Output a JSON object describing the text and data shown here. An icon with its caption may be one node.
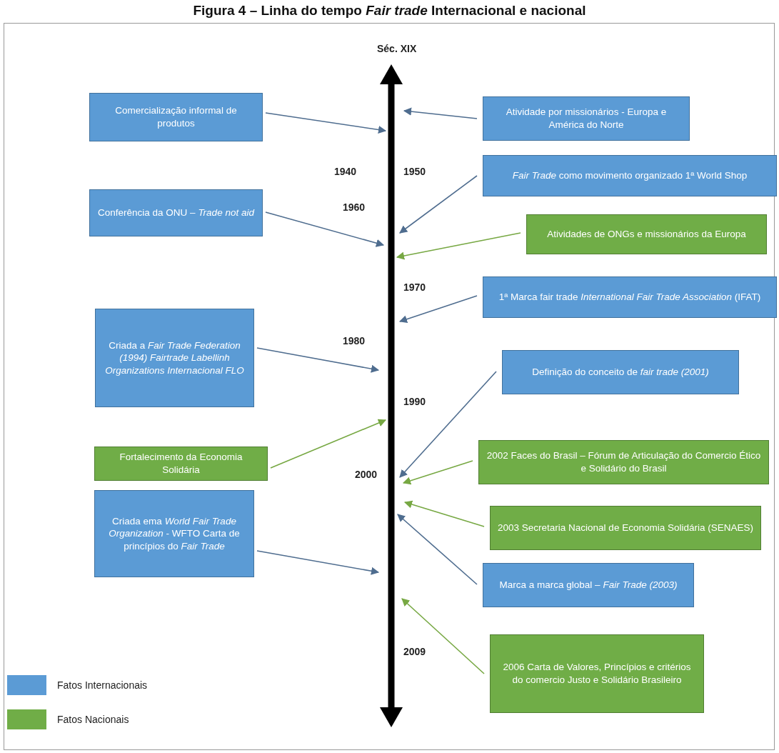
{
  "diagram": {
    "title": "Figura 4 – Linha do tempo *Fair trade* Internacional e nacional",
    "nodes": [
      {
        "text": [
          "Comercialização informal de produtos"
        ]
      },
      {
        "text": [
          "Atividade por missionários - Europa e América do Norte"
        ]
      },
      {
        "text": [
          "*Fair Trade* como movimento organizado 1ª World Shop"
        ]
      },
      {
        "text": [
          "Conferência da ONU – *Trade not aid*"
        ]
      },
      {
        "text": [
          "Atividades de ONGs e missionários da Europa"
        ]
      },
      {
        "text": [
          "1ª Marca fair trade *International Fair Trade Association* (IFAT)"
        ]
      },
      {
        "text": [
          "Criada a *Fair Trade Federation (1994) Fairtrade Labellinh Organizations Internacional FLO*"
        ]
      },
      {
        "text": [
          "Definição do conceito de *fair trade (2001)*"
        ]
      },
      {
        "text": [
          "Fortalecimento da Economia Solidária"
        ]
      },
      {
        "text": [
          "2002 Faces do Brasil – Fórum de Articulação do Comercio Ético e Solidário do Brasil"
        ]
      },
      {
        "text": [
          "Criada ema *World Fair Trade Organization* - WFTO Carta de princípios do *Fair Trade*"
        ]
      },
      {
        "text": [
          "2003 Secretaria Nacional de Economia Solidária (SENAES)"
        ]
      },
      {
        "text": [
          "Marca a marca global – *Fair Trade (2003)*"
        ]
      },
      {
        "text": [
          "2006 Carta de Valores, Princípios e critérios do comercio Justo e Solidário Brasileiro"
        ]
      }
    ],
    "edges": [
      {
        "from": 0,
        "to": null,
        "arrow": "to"
      },
      {
        "from": 1,
        "to": null,
        "arrow": "to"
      },
      {
        "from": 2,
        "to": null,
        "arrow": "to"
      },
      {
        "from": 3,
        "to": null,
        "arrow": "to"
      },
      {
        "from": 4,
        "to": null,
        "arrow": "to",
        "color": "#77a843"
      },
      {
        "from": 5,
        "to": null,
        "arrow": "to"
      },
      {
        "from": 6,
        "to": null,
        "arrow": "to"
      },
      {
        "from": 7,
        "to": null,
        "arrow": "to"
      },
      {
        "from": 8,
        "to": null,
        "arrow": "to",
        "color": "#77a843"
      },
      {
        "from": 9,
        "to": null,
        "arrow": "to",
        "color": "#77a843"
      },
      {
        "from": 10,
        "to": null,
        "arrow": "to"
      },
      {
        "from": 11,
        "to": null,
        "arrow": "to",
        "color": "#77a843"
      },
      {
        "from": 12,
        "to": null,
        "arrow": "to"
      },
      {
        "from": 13,
        "to": null,
        "arrow": "to",
        "color": "#77a843"
      }
    ],
    "labels": [
      "Séc. XIX",
      "1940",
      "1950",
      "1960",
      "1970",
      "1980",
      "1990",
      "2000",
      "2009"
    ],
    "legend": [
      {
        "text": "Fatos Internacionais",
        "color": "#5b9bd5"
      },
      {
        "text": "Fatos Nacionais",
        "color": "#70ad47"
      }
    ]
  }
}
